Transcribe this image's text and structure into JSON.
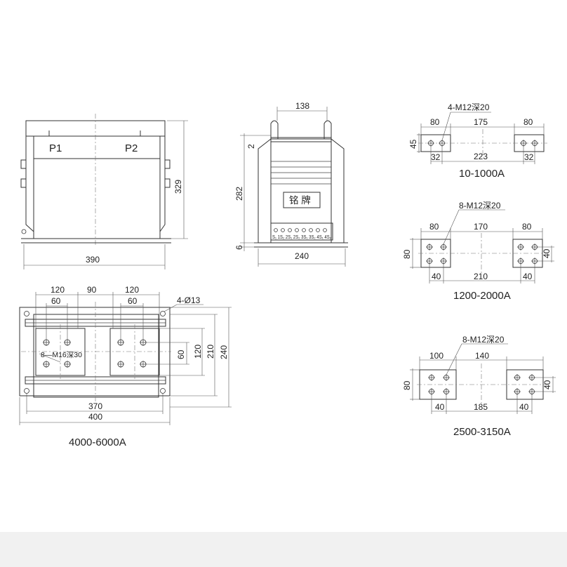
{
  "front_view": {
    "primary_left": "P1",
    "primary_right": "P2",
    "width": "390",
    "height": "329"
  },
  "side_view": {
    "top_width": "138",
    "dim_2": "2",
    "body_height": "282",
    "dim_6": "6",
    "base_width": "240",
    "nameplate": "铭 牌",
    "terminals": "S₁ 1S₂ 2S₁ 2S₂ 3S₁ 3S₂ 4S₁ 4S₂"
  },
  "bottom_view": {
    "spacing": [
      "120",
      "90",
      "120"
    ],
    "inner_left": "60",
    "inner_right": "60",
    "hole_note": "4-Ø13",
    "bolt_note": "8—M16深30",
    "v_60": "60",
    "v_120": "120",
    "v_210": "210",
    "v_240": "240",
    "h_370": "370",
    "h_400": "400",
    "caption": "4000-6000A"
  },
  "terminal_10_1000": {
    "note": "4-M12深20",
    "left": "80",
    "middle": "175",
    "right": "80",
    "height": "45",
    "overall": "223",
    "hole_left": "32",
    "hole_right": "32",
    "caption": "10-1000A"
  },
  "terminal_1200_2000": {
    "note": "8-M12深20",
    "left": "80",
    "middle": "170",
    "right": "80",
    "height": "80",
    "hole_v": "40",
    "hole_left": "40",
    "span": "210",
    "hole_right": "40",
    "caption": "1200-2000A"
  },
  "terminal_2500_3150": {
    "note": "8-M12深20",
    "left": "100",
    "middle": "140",
    "height": "80",
    "hole_v": "40",
    "hole_left": "40",
    "span": "185",
    "hole_right": "40",
    "caption": "2500-3150A"
  }
}
